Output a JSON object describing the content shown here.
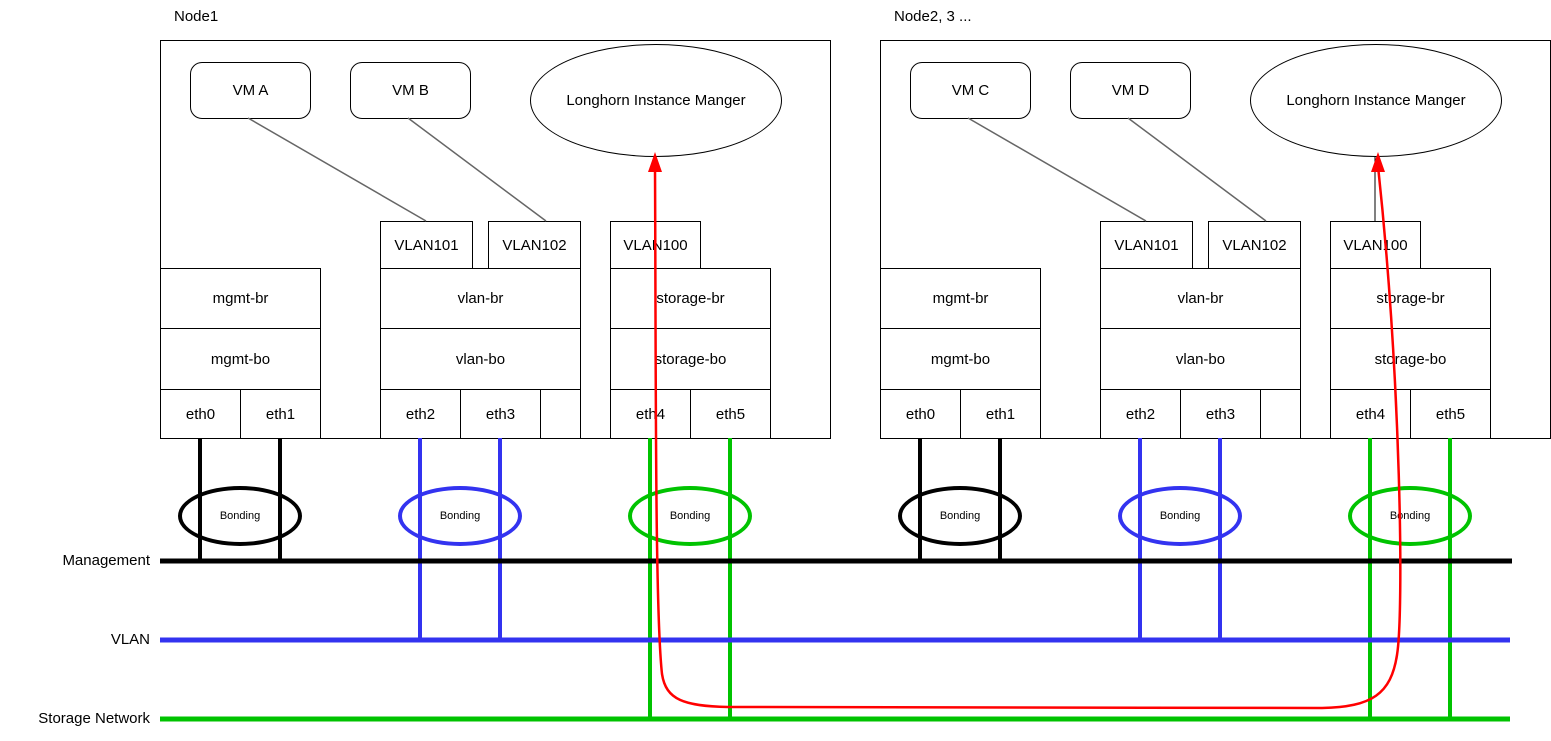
{
  "colors": {
    "management_line": "#000000",
    "vlan_line": "#3333f0",
    "storage_line": "#00c300",
    "storage_traffic_arrow": "#ff0000",
    "vm_link_line": "#666666"
  },
  "networks": [
    {
      "label": "Management"
    },
    {
      "label": "VLAN"
    },
    {
      "label": "Storage Network"
    }
  ],
  "nodes": [
    {
      "label": "Node1",
      "vms": [
        {
          "label": "VM A"
        },
        {
          "label": "VM B"
        }
      ],
      "instance_manager": "Longhorn Instance Manger",
      "vlan_interfaces": [
        "VLAN101",
        "VLAN102",
        "VLAN100"
      ],
      "stacks": [
        {
          "bridge": "mgmt-br",
          "bond": "mgmt-bo",
          "nics": [
            "eth0",
            "eth1"
          ]
        },
        {
          "bridge": "vlan-br",
          "bond": "vlan-bo",
          "nics": [
            "eth2",
            "eth3"
          ]
        },
        {
          "bridge": "storage-br",
          "bond": "storage-bo",
          "nics": [
            "eth4",
            "eth5"
          ]
        }
      ],
      "bondings": [
        {
          "label": "Bonding"
        },
        {
          "label": "Bonding"
        },
        {
          "label": "Bonding"
        }
      ]
    },
    {
      "label": "Node2, 3 ...",
      "vms": [
        {
          "label": "VM C"
        },
        {
          "label": "VM D"
        }
      ],
      "instance_manager": "Longhorn Instance Manger",
      "vlan_interfaces": [
        "VLAN101",
        "VLAN102",
        "VLAN100"
      ],
      "stacks": [
        {
          "bridge": "mgmt-br",
          "bond": "mgmt-bo",
          "nics": [
            "eth0",
            "eth1"
          ]
        },
        {
          "bridge": "vlan-br",
          "bond": "vlan-bo",
          "nics": [
            "eth2",
            "eth3"
          ]
        },
        {
          "bridge": "storage-br",
          "bond": "storage-bo",
          "nics": [
            "eth4",
            "eth5"
          ]
        }
      ],
      "bondings": [
        {
          "label": "Bonding"
        },
        {
          "label": "Bonding"
        },
        {
          "label": "Bonding"
        }
      ]
    }
  ]
}
